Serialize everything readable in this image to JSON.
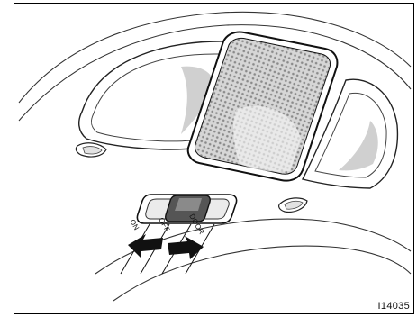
{
  "switch": {
    "position_on": "ON",
    "position_off": "OFF",
    "position_door": "DOOR"
  },
  "figure": {
    "code": "I14035"
  },
  "colors": {
    "lens_fill": "#c9c9c9",
    "line": "#222222",
    "shading": "#d8d8d8"
  }
}
